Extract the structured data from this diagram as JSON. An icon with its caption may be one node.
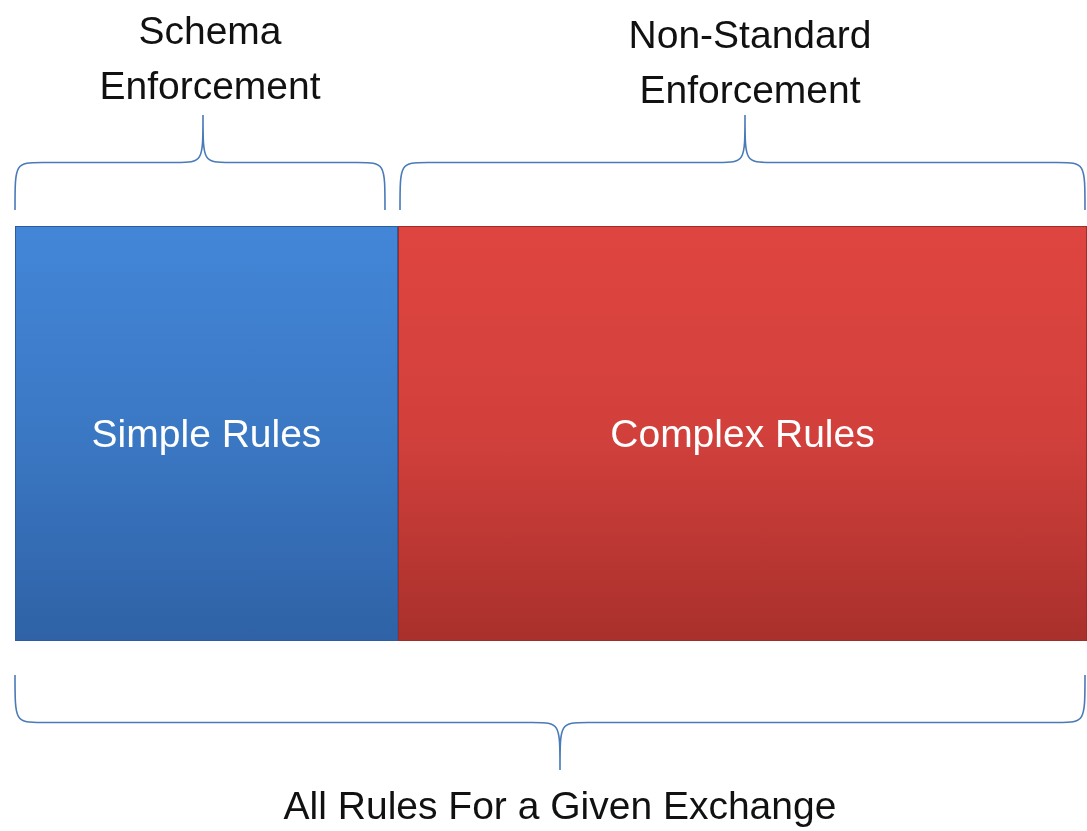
{
  "diagram": {
    "nodes": [
      {
        "text": [
          "Simple Rules"
        ]
      },
      {
        "text": [
          "Complex Rules"
        ]
      }
    ],
    "edges": [],
    "labels": [
      "Schema Enforcement",
      "Non-Standard Enforcement",
      "All Rules For a Given Exchange"
    ]
  }
}
